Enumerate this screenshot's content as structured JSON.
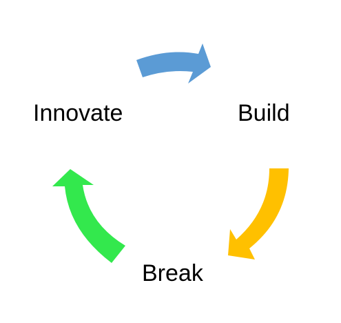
{
  "nodes": [
    {
      "label": "Innovate"
    },
    {
      "label": "Build"
    },
    {
      "label": "Break"
    }
  ],
  "arrows": [
    {
      "from": "Innovate",
      "to": "Build",
      "color": "#5B9BD5"
    },
    {
      "from": "Build",
      "to": "Break",
      "color": "#FFC000"
    },
    {
      "from": "Break",
      "to": "Innovate",
      "color": "#33E84D"
    }
  ]
}
